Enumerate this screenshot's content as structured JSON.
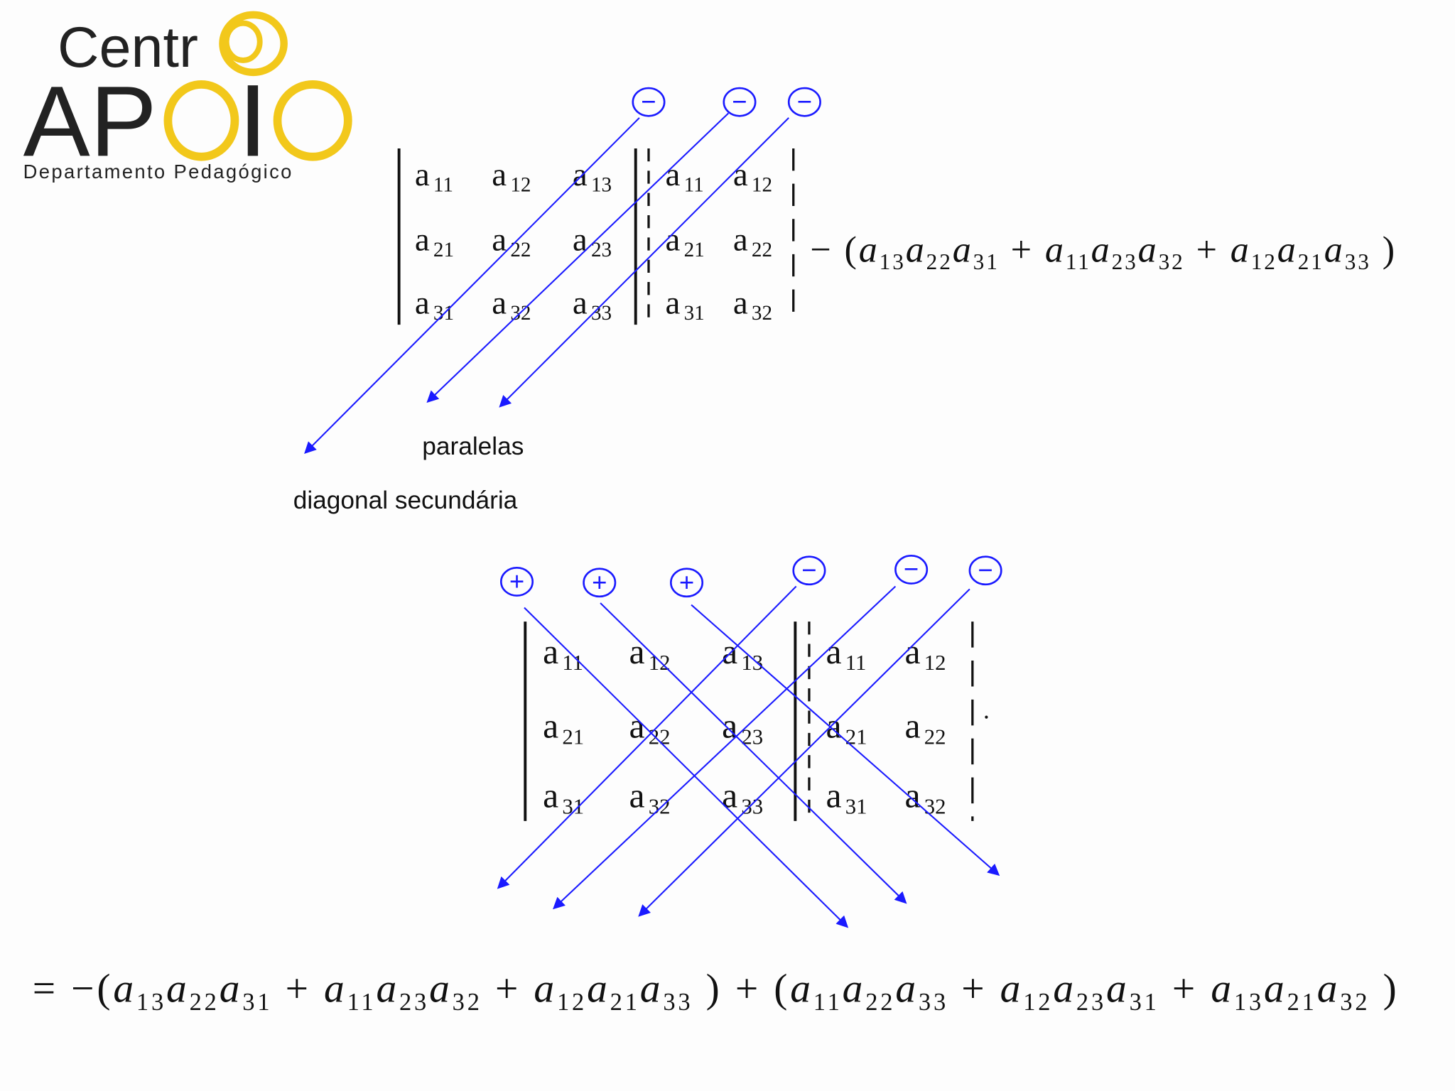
{
  "colors": {
    "arrow": "#1a1aff",
    "logo_yellow": "#f2c81b",
    "ink": "#111111"
  },
  "logo": {
    "line1": "Centr",
    "line2_a": "AP",
    "line2_i": "I",
    "tagline": "Departamento Pedagógico",
    "full_name": "Centro APOIO"
  },
  "top": {
    "matrix": [
      [
        "11",
        "12",
        "13",
        "11",
        "12"
      ],
      [
        "21",
        "22",
        "23",
        "21",
        "22"
      ],
      [
        "31",
        "32",
        "33",
        "31",
        "32"
      ]
    ],
    "signs": [
      "−",
      "−",
      "−"
    ],
    "labels": {
      "parallels": "paralelas",
      "diagonal": "diagonal secundária"
    },
    "expression": [
      {
        "t": "− ("
      },
      {
        "a": "13"
      },
      {
        "a": "22"
      },
      {
        "a": "31"
      },
      {
        "t": " + "
      },
      {
        "a": "11"
      },
      {
        "a": "23"
      },
      {
        "a": "32"
      },
      {
        "t": " + "
      },
      {
        "a": "12"
      },
      {
        "a": "21"
      },
      {
        "a": "33"
      },
      {
        "t": " )"
      }
    ]
  },
  "bottom": {
    "matrix": [
      [
        "11",
        "12",
        "13",
        "11",
        "12"
      ],
      [
        "21",
        "22",
        "23",
        "21",
        "22"
      ],
      [
        "31",
        "32",
        "33",
        "31",
        "32"
      ]
    ],
    "signs": [
      "+",
      "+",
      "+",
      "−",
      "−",
      "−"
    ],
    "result": [
      {
        "t": "= −("
      },
      {
        "a": "13"
      },
      {
        "a": "22"
      },
      {
        "a": "31"
      },
      {
        "t": " + "
      },
      {
        "a": "11"
      },
      {
        "a": "23"
      },
      {
        "a": "32"
      },
      {
        "t": " + "
      },
      {
        "a": "12"
      },
      {
        "a": "21"
      },
      {
        "a": "33"
      },
      {
        "t": " ) + ("
      },
      {
        "a": "11"
      },
      {
        "a": "22"
      },
      {
        "a": "33"
      },
      {
        "t": " + "
      },
      {
        "a": "12"
      },
      {
        "a": "23"
      },
      {
        "a": "31"
      },
      {
        "t": " + "
      },
      {
        "a": "13"
      },
      {
        "a": "21"
      },
      {
        "a": "32"
      },
      {
        "t": " )"
      }
    ]
  }
}
